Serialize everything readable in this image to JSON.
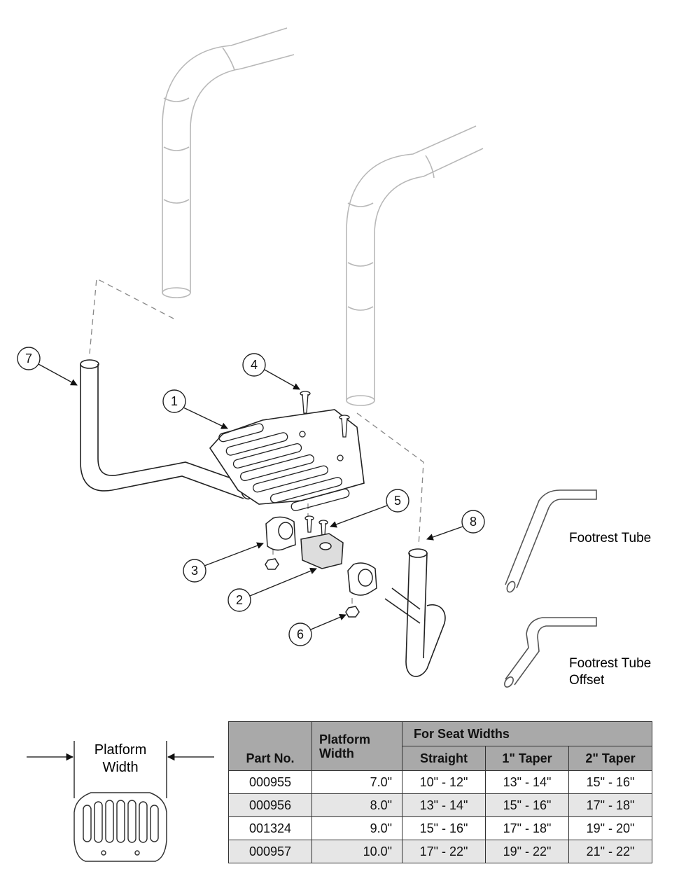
{
  "callouts": [
    "1",
    "2",
    "3",
    "4",
    "5",
    "6",
    "7",
    "8"
  ],
  "side_labels": {
    "footrest_tube": "Footrest Tube",
    "footrest_tube_offset_line1": "Footrest Tube",
    "footrest_tube_offset_line2": "Offset"
  },
  "platform_width_label": {
    "line1": "Platform",
    "line2": "Width"
  },
  "table": {
    "header_part": "Part No.",
    "header_width_line1": "Platform",
    "header_width_line2": "Width",
    "header_seat": "For Seat Widths",
    "sub_headers": [
      "Straight",
      "1\" Taper",
      "2\" Taper"
    ],
    "rows": [
      [
        "000955",
        "7.0\"",
        "10\" - 12\"",
        "13\" - 14\"",
        "15\" - 16\""
      ],
      [
        "000956",
        "8.0\"",
        "13\" - 14\"",
        "15\" - 16\"",
        "17\" - 18\""
      ],
      [
        "001324",
        "9.0\"",
        "15\" - 16\"",
        "17\" - 18\"",
        "19\" - 20\""
      ],
      [
        "000957",
        "10.0\"",
        "17\" - 22\"",
        "19\" - 22\"",
        "21\" - 22\""
      ]
    ]
  },
  "colors": {
    "header_bg": "#a9a9a9",
    "alt_row_bg": "#e6e6e6",
    "line": "#222222",
    "part_stroke": "#9a9a9a"
  }
}
